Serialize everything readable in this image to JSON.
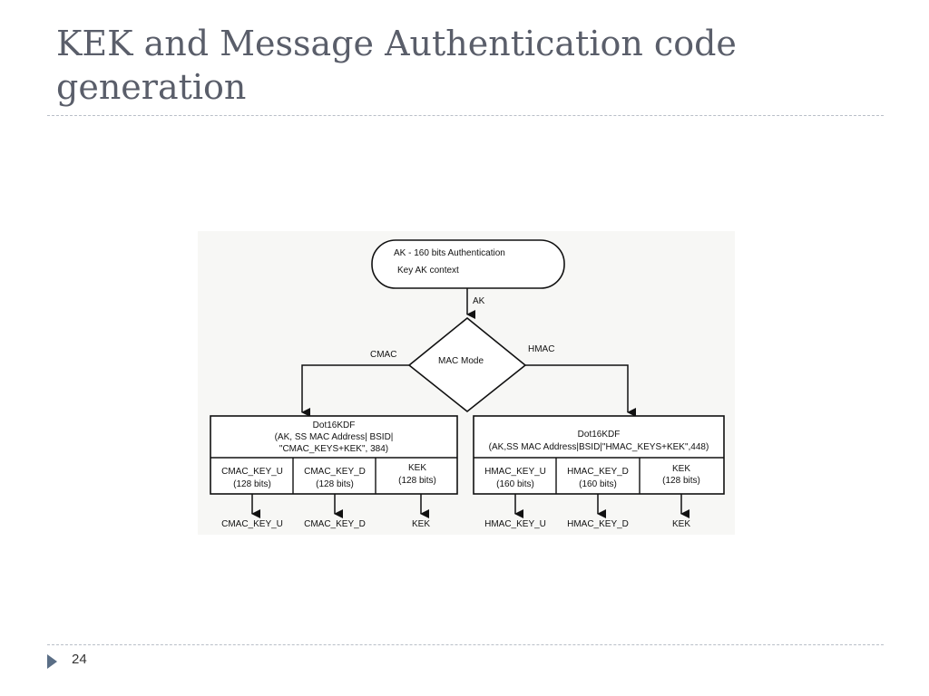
{
  "slide": {
    "title": "KEK and Message Authentication code generation",
    "page_number": "24"
  },
  "diagram": {
    "start": {
      "line1": "AK - 160 bits Authentication",
      "line2": "Key AK context"
    },
    "ak_label": "AK",
    "decision": "MAC Mode",
    "branch_left": "CMAC",
    "branch_right": "HMAC",
    "left_kdf": {
      "line1": "Dot16KDF",
      "line2": "(AK, SS MAC Address| BSID|",
      "line3": "\"CMAC_KEYS+KEK\", 384)"
    },
    "right_kdf": {
      "line1": "Dot16KDF",
      "line2": "(AK,SS MAC Address|BSID|\"HMAC_KEYS+KEK\",448)"
    },
    "left_keys": [
      {
        "name": "CMAC_KEY_U",
        "bits": "(128 bits)",
        "output": "CMAC_KEY_U"
      },
      {
        "name": "CMAC_KEY_D",
        "bits": "(128 bits)",
        "output": "CMAC_KEY_D"
      },
      {
        "name": "KEK",
        "bits": "(128 bits)",
        "output": "KEK"
      }
    ],
    "right_keys": [
      {
        "name": "HMAC_KEY_U",
        "bits": "(160 bits)",
        "output": "HMAC_KEY_U"
      },
      {
        "name": "HMAC_KEY_D",
        "bits": "(160 bits)",
        "output": "HMAC_KEY_D"
      },
      {
        "name": "KEK",
        "bits": "(128 bits)",
        "output": "KEK"
      }
    ]
  }
}
